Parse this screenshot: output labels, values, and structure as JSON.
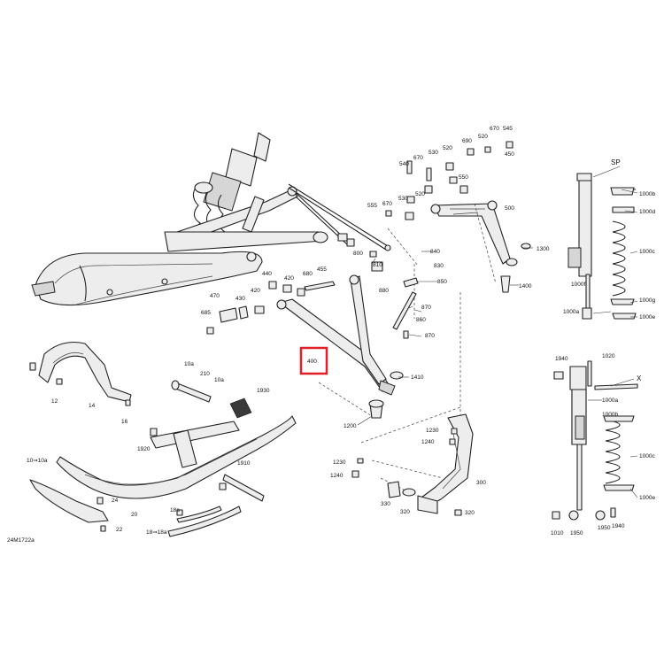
{
  "diagram": {
    "figure_code": "24M1722a",
    "highlighted_part": "400",
    "highlight_color": "#e31f26",
    "callouts": {
      "c545": "545",
      "c670a": "670",
      "c520a": "520",
      "c690": "690",
      "c450": "450",
      "c540": "540",
      "c670b": "670",
      "c530a": "530",
      "c520b": "520",
      "c550": "550",
      "c670c": "670",
      "c530b": "530",
      "c555": "555",
      "c520c": "520",
      "c500": "500",
      "c1300": "1300",
      "c800": "800",
      "c810": "810",
      "c840": "840",
      "c830": "830",
      "c850": "850",
      "c880": "880",
      "c870a": "870",
      "c860": "860",
      "c870b": "870",
      "c1400": "1400",
      "c440": "440",
      "c680": "680",
      "c455": "455",
      "c420a": "420",
      "c420b": "420",
      "c470": "470",
      "c430": "430",
      "c685": "685",
      "c400": "400",
      "c1410": "1410",
      "c1200": "1200",
      "c1230a": "1230",
      "c1240a": "1240",
      "c1230b": "1230",
      "c1240b": "1240",
      "c300": "300",
      "c330": "330",
      "c320a": "320",
      "c320b": "320",
      "c10a": "10a",
      "c210": "210",
      "c10a2": "10a",
      "c1930": "1930",
      "c12": "12",
      "c14": "14",
      "c16": "16",
      "c1920": "1920",
      "c10to10a": "10⇒10a",
      "c1910": "1910",
      "c24": "24",
      "c20": "20",
      "c22": "22",
      "c18a": "18a",
      "c18to18a": "18⇒18a",
      "cSP": "SP",
      "c1000b_sp": "1000b",
      "c1000d": "1000d",
      "c1000c_sp": "1000c",
      "c1000f": "1000f",
      "c1000g": "1000g",
      "c1000a_sp": "1000a",
      "c1000e_sp": "1000e",
      "c1940a": "1940",
      "c1020": "1020",
      "cX": "X",
      "c1000a_x": "1000a",
      "c1000b_x": "1000b",
      "c1000c_x": "1000c",
      "c1000e_x": "1000e",
      "c1010": "1010",
      "c1950a": "1950",
      "c1950b": "1950",
      "c1940b": "1940"
    }
  }
}
